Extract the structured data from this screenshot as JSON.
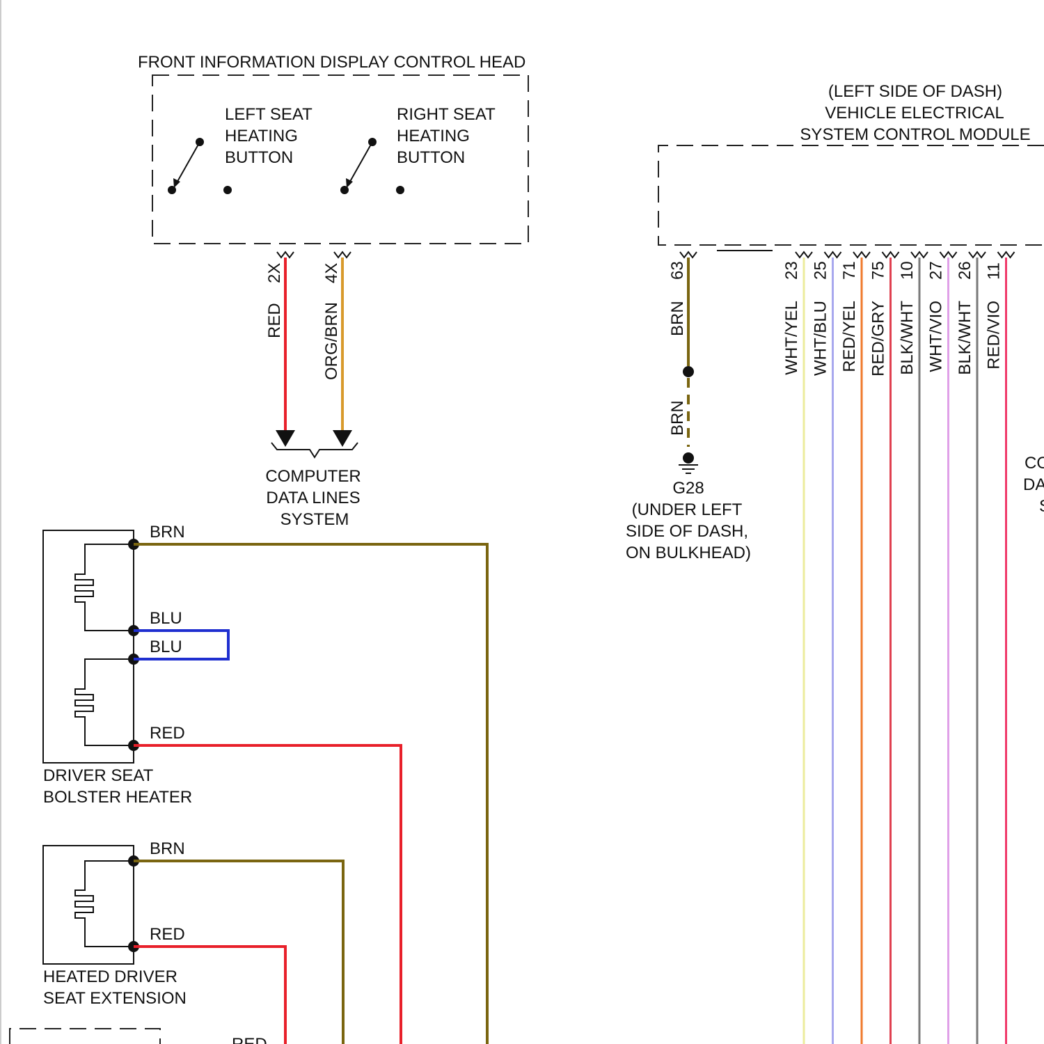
{
  "control_head": {
    "title": "FRONT INFORMATION DISPLAY CONTROL HEAD",
    "left_button": [
      "LEFT SEAT",
      "HEATING",
      "BUTTON"
    ],
    "right_button": [
      "RIGHT SEAT",
      "HEATING",
      "BUTTON"
    ],
    "pins": [
      {
        "pin": "2X",
        "wire": "RED"
      },
      {
        "pin": "4X",
        "wire": "ORG/BRN"
      }
    ]
  },
  "data_lines": [
    "COMPUTER",
    "DATA LINES",
    "SYSTEM"
  ],
  "vescm": {
    "title": [
      "(LEFT SIDE OF DASH)",
      "VEHICLE ELECTRICAL",
      "SYSTEM CONTROL MODULE"
    ],
    "ground_pin": {
      "pin": "63",
      "wire": "BRN",
      "wire_below": "BRN"
    },
    "pins": [
      {
        "pin": "23",
        "wire": "WHT/YEL"
      },
      {
        "pin": "25",
        "wire": "WHT/BLU"
      },
      {
        "pin": "71",
        "wire": "RED/YEL"
      },
      {
        "pin": "75",
        "wire": "RED/GRY"
      },
      {
        "pin": "10",
        "wire": "BLK/WHT"
      },
      {
        "pin": "27",
        "wire": "WHT/VIO"
      },
      {
        "pin": "26",
        "wire": "BLK/WHT"
      },
      {
        "pin": "11",
        "wire": "RED/VIO"
      }
    ],
    "cut_off_label": [
      "CO",
      "DA",
      "S"
    ]
  },
  "ground": {
    "id": "G28",
    "location": [
      "(UNDER LEFT",
      "SIDE OF DASH,",
      "ON BULKHEAD)"
    ]
  },
  "bolster_heater": {
    "name": [
      "DRIVER SEAT",
      "BOLSTER HEATER"
    ],
    "wires": [
      "BRN",
      "BLU",
      "BLU",
      "RED"
    ]
  },
  "seat_extension": {
    "name": [
      "HEATED DRIVER",
      "SEAT EXTENSION"
    ],
    "wires": [
      "BRN",
      "RED"
    ]
  },
  "bottom_partial_label": "RED",
  "colors": {
    "RED": "#e8202a",
    "ORG/BRN": "#d89a2c",
    "BRN": "#7a6510",
    "BLU": "#1f2fd0",
    "WHT/YEL": "#ecec9c",
    "WHT/BLU": "#a8a8ee",
    "RED/YEL": "#ef7a2c",
    "RED/GRY": "#e04050",
    "BLK/WHT": "#7a7a7a",
    "WHT/VIO": "#e0a0e8",
    "RED/VIO": "#f03a6a"
  }
}
